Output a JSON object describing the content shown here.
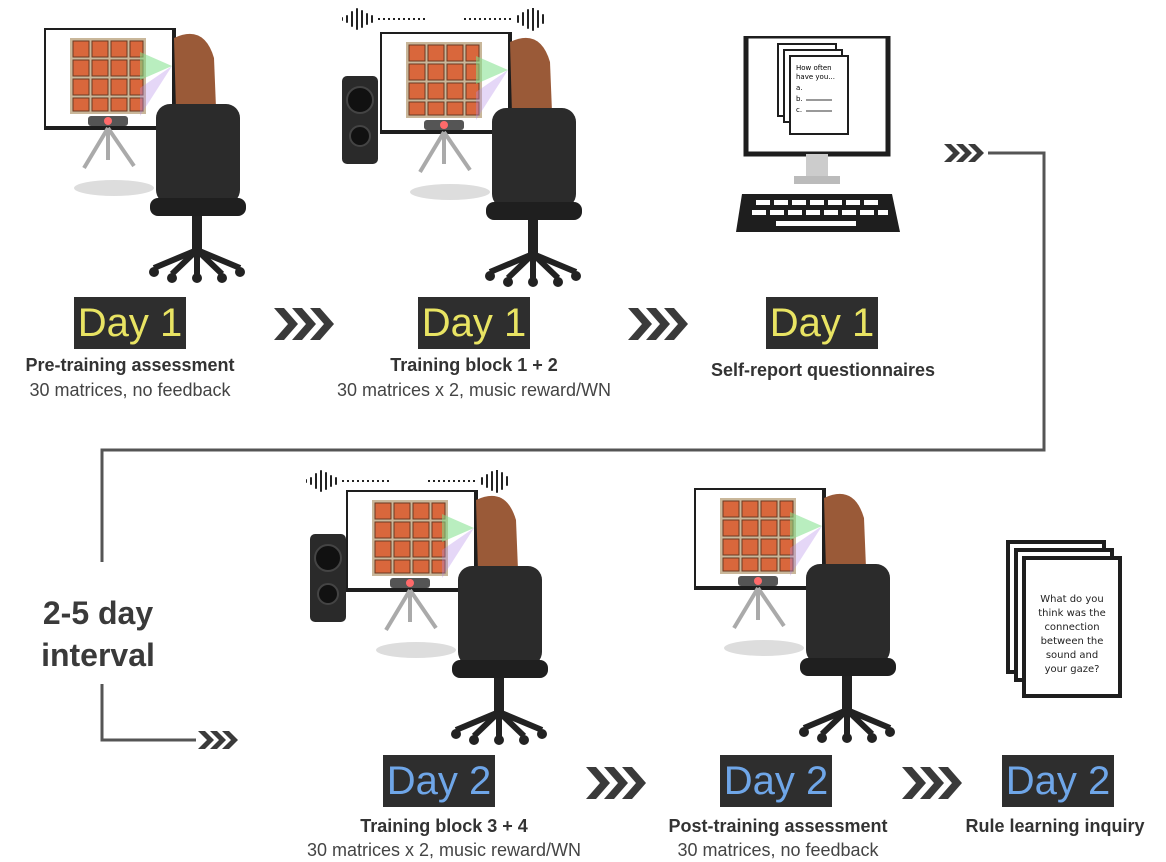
{
  "stages": [
    {
      "day": "Day 1",
      "title": "Pre-training assessment",
      "subtitle": "30 matrices, no feedback"
    },
    {
      "day": "Day 1",
      "title": "Training block 1 + 2",
      "subtitle": "30 matrices x 2, music reward/WN"
    },
    {
      "day": "Day 1",
      "title": "Self-report questionnaires",
      "subtitle": ""
    },
    {
      "day": "Day 2",
      "title": "Training block 3 + 4",
      "subtitle": "30 matrices x 2, music reward/WN"
    },
    {
      "day": "Day 2",
      "title": "Post-training assessment",
      "subtitle": "30 matrices, no feedback"
    },
    {
      "day": "Day 2",
      "title": "Rule learning inquiry",
      "subtitle": ""
    }
  ],
  "interval": {
    "line1": "2-5  day",
    "line2": "interval"
  },
  "questionnaire": {
    "l1": "How often",
    "l2": "have you...",
    "a": "a.",
    "b": "b.",
    "c": "c."
  },
  "inquiry": {
    "l1": "What do you",
    "l2": "think was the",
    "l3": "connection",
    "l4": "between the",
    "l5": "sound and",
    "l6": "your gaze?"
  },
  "colors": {
    "day1": "#e9e463",
    "day2": "#6fa6e8",
    "badge_bg": "#2e2e2e",
    "tile": "#d9673c",
    "connector": "#555555"
  }
}
